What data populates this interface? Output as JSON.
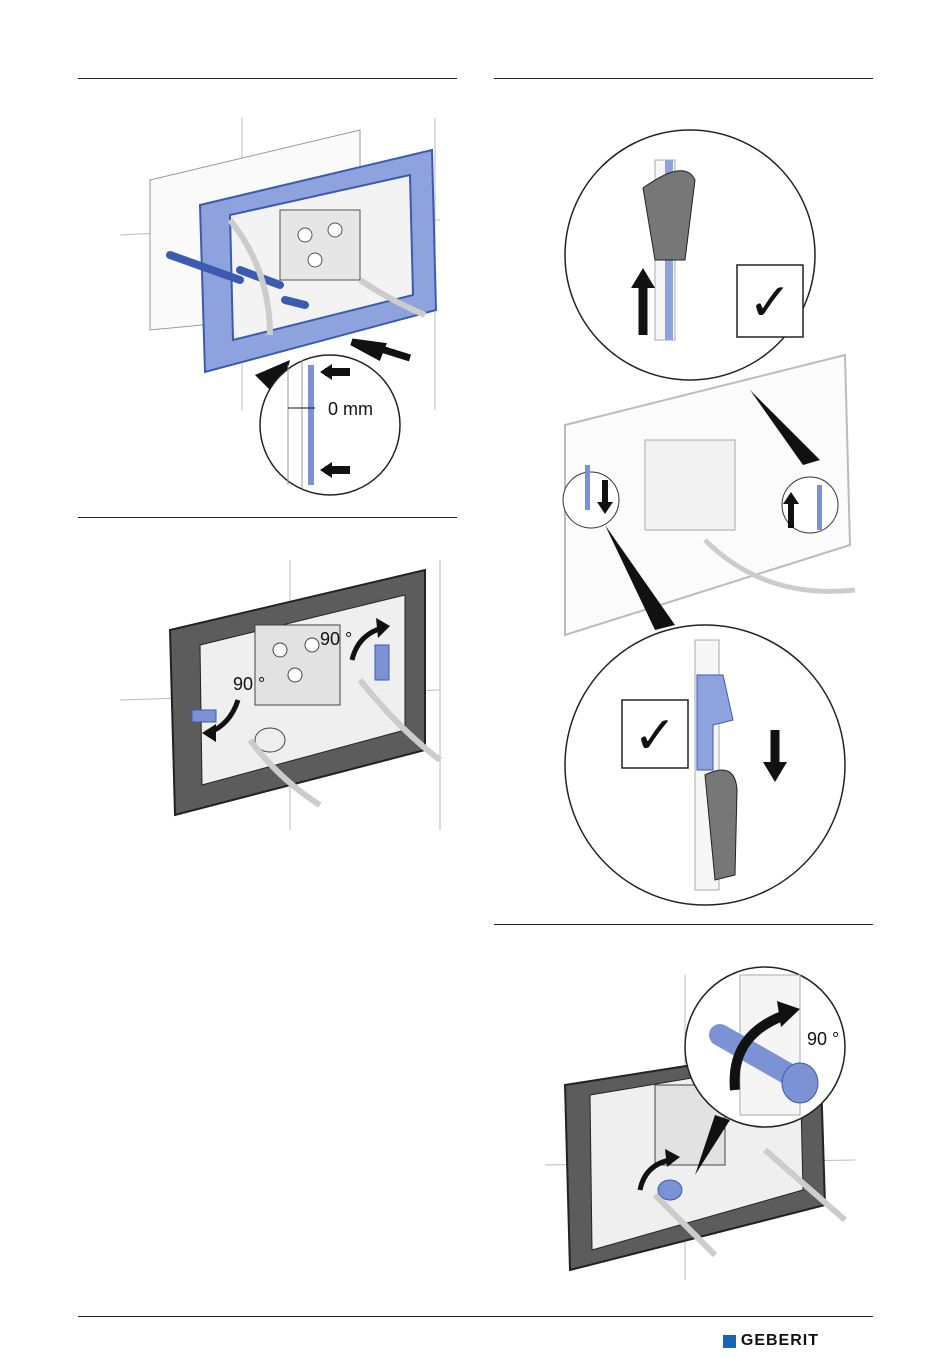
{
  "figures": {
    "fig1": {
      "gap_label": "0 mm"
    },
    "fig2": {
      "angle_left": "90 °",
      "angle_right": "90 °"
    },
    "fig3": {
      "check_top": "✓",
      "check_bottom": "✓"
    },
    "fig4": {
      "angle": "90 °"
    }
  },
  "footer": {
    "brand": "GEBERIT"
  },
  "colors": {
    "accent": "#7b93d4",
    "accent_dark": "#3b5bb0",
    "frame_dark": "#4a4a4a",
    "brand_blue": "#1a64b6"
  },
  "icons": [
    "arrow-icon",
    "curved-arrow-icon",
    "checkmark-icon",
    "magnifier-circle"
  ]
}
